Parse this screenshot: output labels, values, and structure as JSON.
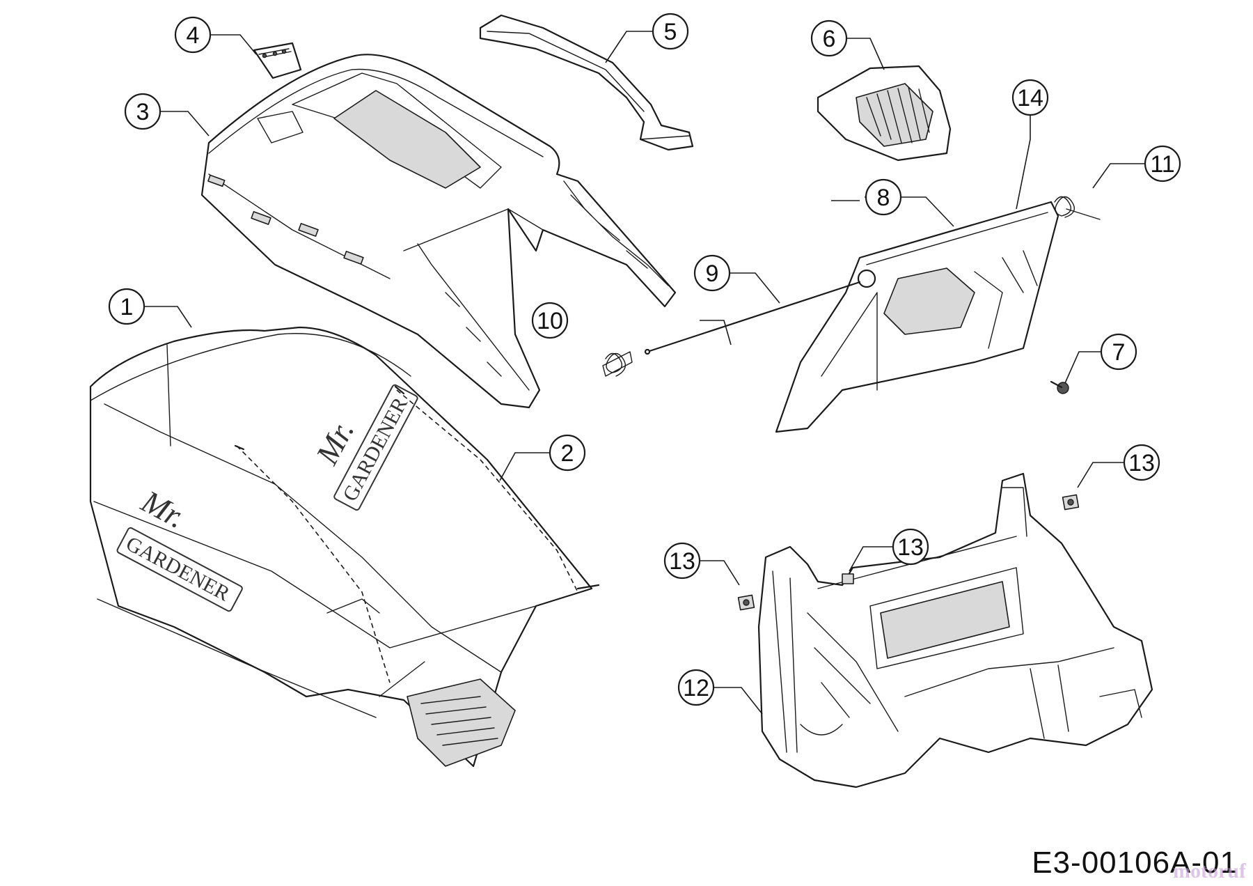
{
  "diagram": {
    "callouts": [
      {
        "id": "c1",
        "label": "1"
      },
      {
        "id": "c2",
        "label": "2"
      },
      {
        "id": "c3",
        "label": "3"
      },
      {
        "id": "c4",
        "label": "4"
      },
      {
        "id": "c5",
        "label": "5"
      },
      {
        "id": "c6",
        "label": "6"
      },
      {
        "id": "c7",
        "label": "7"
      },
      {
        "id": "c8",
        "label": "8"
      },
      {
        "id": "c9",
        "label": "9"
      },
      {
        "id": "c10",
        "label": "10"
      },
      {
        "id": "c11",
        "label": "11"
      },
      {
        "id": "c12",
        "label": "12"
      },
      {
        "id": "c13a",
        "label": "13"
      },
      {
        "id": "c13b",
        "label": "13"
      },
      {
        "id": "c13c",
        "label": "13"
      },
      {
        "id": "c14",
        "label": "14"
      }
    ],
    "logo_text": {
      "brand_line1": "Mr.",
      "brand_line2": "GARDENER"
    },
    "drawing_code": "E3-00106A-01",
    "watermark": "motoruf"
  }
}
